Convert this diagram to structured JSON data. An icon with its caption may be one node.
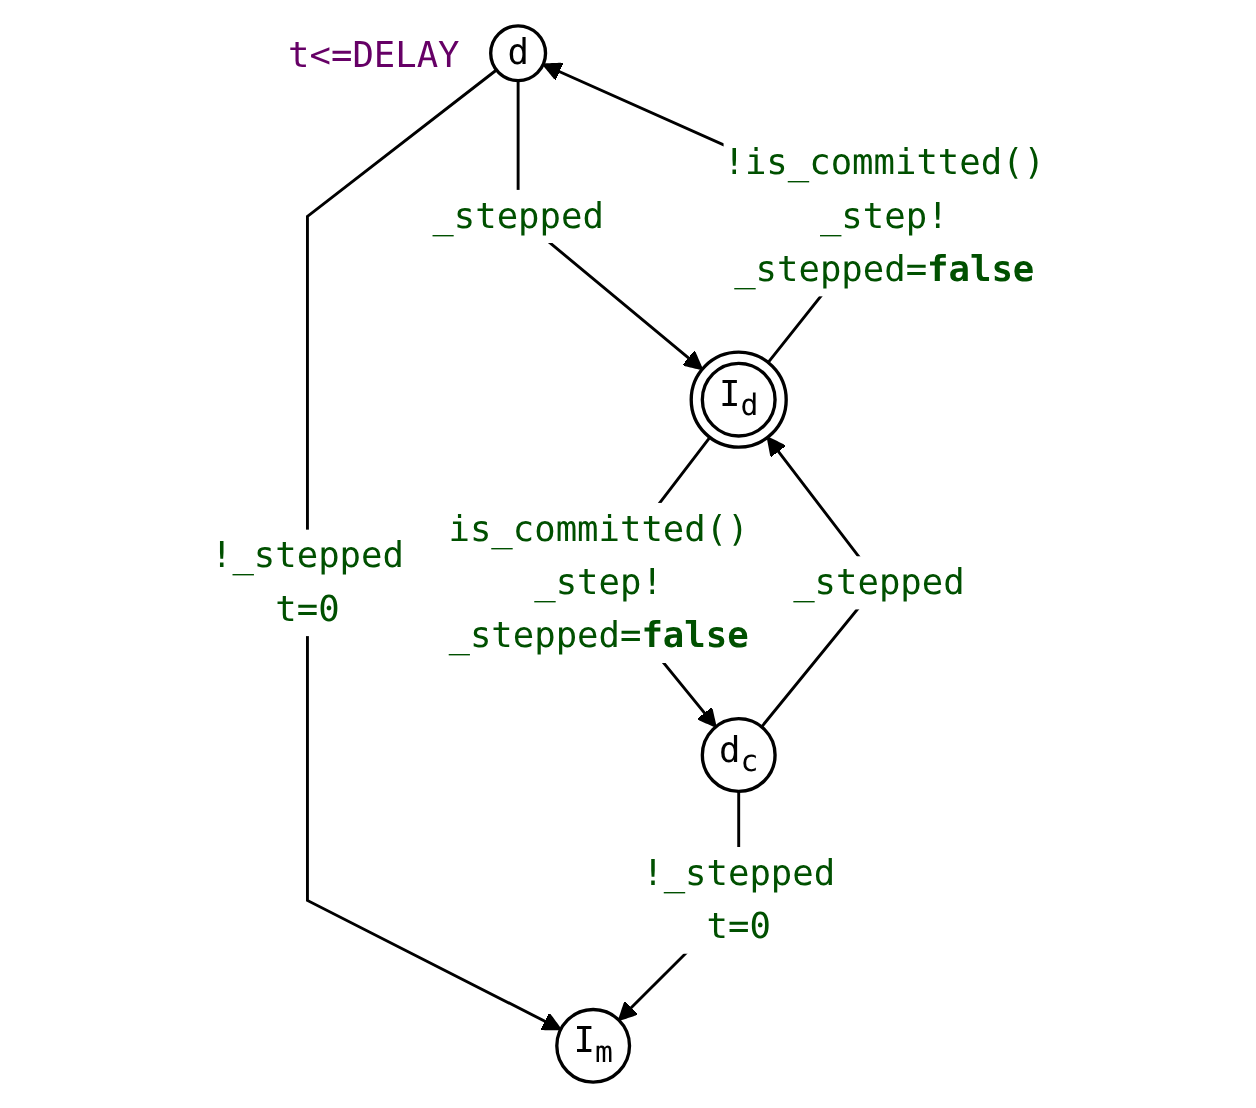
{
  "diagram": {
    "nodes": [
      {
        "text": [
          "d"
        ],
        "beside": [
          "t<=DELAY"
        ]
      },
      {
        "text": [
          "I$_{d}$"
        ]
      },
      {
        "text": [
          "I$_{m}$"
        ]
      },
      {
        "text": [
          "d$_{c}$"
        ]
      }
    ],
    "edges": [
      {
        "from": 0,
        "to": 2,
        "arrow": "to",
        "label": "!_stepped t=0"
      },
      {
        "from": 1,
        "to": 0,
        "arrow": "to",
        "label": "!is_committed() _step! _stepped=**false**"
      },
      {
        "from": 0,
        "to": 1,
        "arrow": "to",
        "label": "_stepped"
      },
      {
        "from": 3,
        "to": 1,
        "arrow": "to",
        "label": "_stepped"
      },
      {
        "from": 1,
        "to": 3,
        "arrow": "to",
        "label": "is_committed() _step! _stepped=**false**"
      },
      {
        "from": 3,
        "to": 2,
        "arrow": "to",
        "label": "!_stepped t=0"
      }
    ]
  }
}
